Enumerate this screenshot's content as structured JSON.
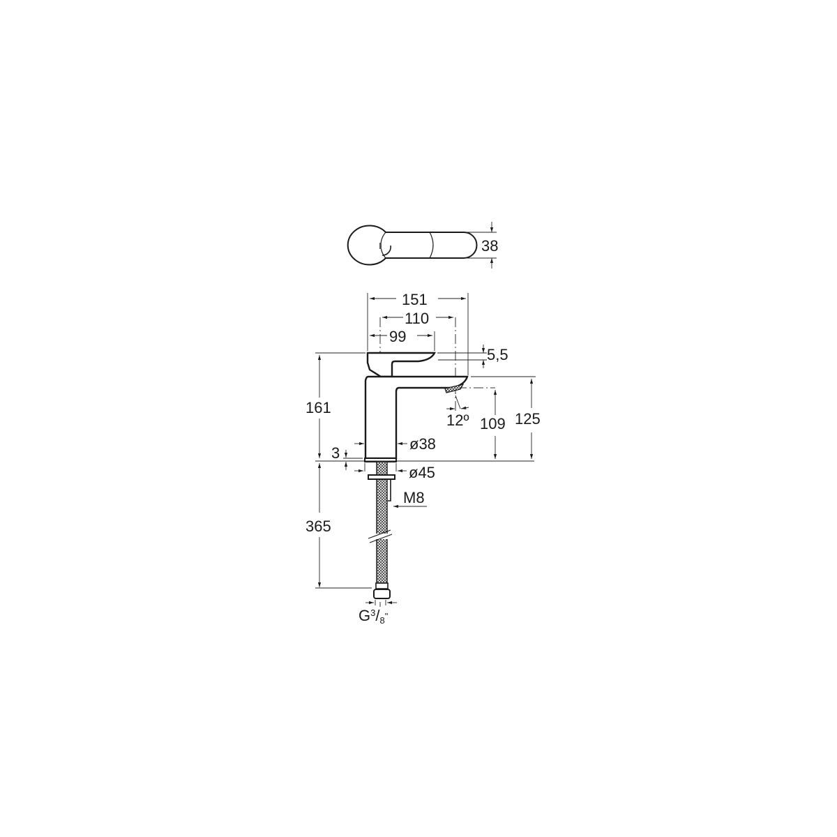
{
  "drawing": {
    "subject": "Basin mixer faucet technical dimensions",
    "top_view": {
      "width_label": "38"
    },
    "side_view": {
      "dimensions": {
        "overall_length": "151",
        "spout_centre": "110",
        "lever_length": "99",
        "lever_offset": "5,5",
        "total_height": "161",
        "spout_angle": "12º",
        "outlet_height": "109",
        "spout_height": "125",
        "base_plate": "3",
        "body_diameter": "ø38",
        "base_diameter": "ø45",
        "stud_thread": "M8",
        "hose_length": "365",
        "connection_prefix": "G",
        "connection_num": "3",
        "connection_den": "8",
        "connection_suffix": "\""
      }
    },
    "colors": {
      "line": "#1a1a1a",
      "background": "#ffffff"
    }
  }
}
